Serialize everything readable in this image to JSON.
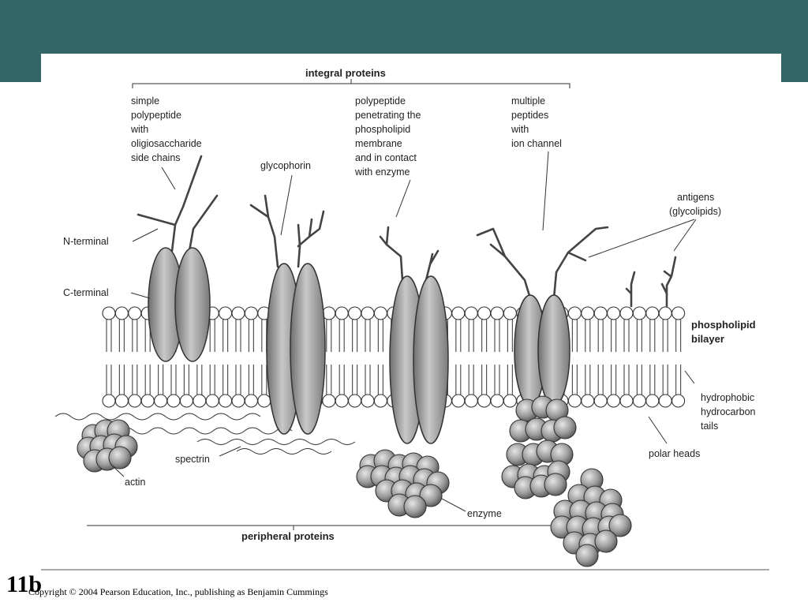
{
  "labels": {
    "integral_proteins": "integral proteins",
    "simple_polypeptide": [
      "simple",
      "polypeptide",
      "with",
      "oligiosaccharide",
      "side chains"
    ],
    "glycophorin": "glycophorin",
    "polypeptide_penetrating": [
      "polypeptide",
      "penetrating the",
      "phospholipid",
      "membrane",
      "and in contact",
      "with enzyme"
    ],
    "multiple_peptides": [
      "multiple",
      "peptides",
      "with",
      "ion channel"
    ],
    "antigens": [
      "antigens",
      "(glycolipids)"
    ],
    "n_terminal": "N-terminal",
    "c_terminal": "C-terminal",
    "phospholipid_bilayer": [
      "phospholipid",
      "bilayer"
    ],
    "hydrophobic_tails": [
      "hydrophobic",
      "hydrocarbon",
      "tails"
    ],
    "polar_heads": "polar heads",
    "spectrin": "spectrin",
    "actin": "actin",
    "enzyme": "enzyme",
    "peripheral_proteins": "peripheral proteins"
  },
  "footer": {
    "slide_number": "11b",
    "copyright": "Copyright © 2004 Pearson Education, Inc., publishing as Benjamin Cummings"
  },
  "colors": {
    "header_bar": "#336666",
    "protein_fill": "#9a9a9a",
    "head_fill": "#ffffff"
  }
}
